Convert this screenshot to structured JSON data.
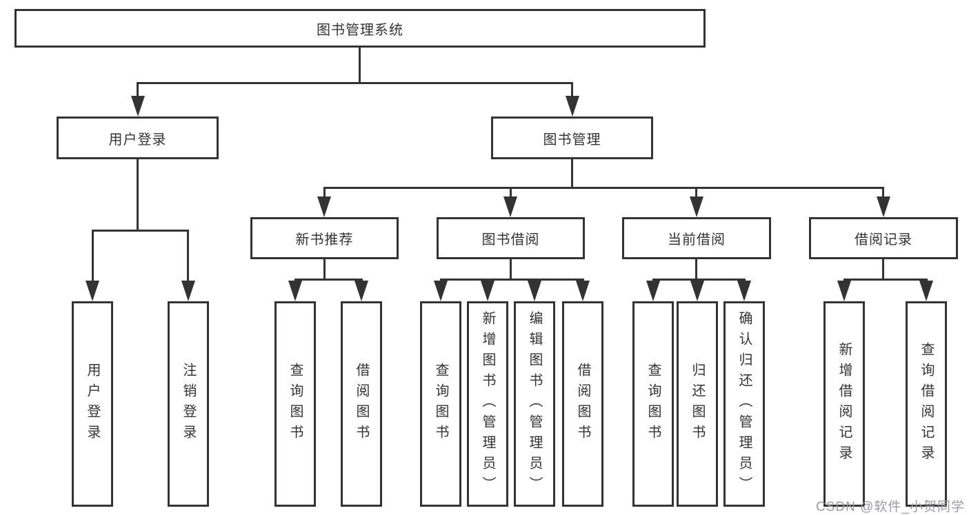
{
  "colors": {
    "line": "#333333",
    "text": "#333333",
    "watermark": "#9b9ba3",
    "background": "#ffffff"
  },
  "tree": {
    "root": "图书管理系统",
    "user_login": {
      "label": "用户登录",
      "children": [
        "用户登录",
        "注销登录"
      ]
    },
    "book_mgmt": {
      "label": "图书管理",
      "sections": [
        {
          "label": "新书推荐",
          "children": [
            "查询图书",
            "借阅图书"
          ]
        },
        {
          "label": "图书借阅",
          "children": [
            "查询图书",
            "新增图书（管理员）",
            "编辑图书（管理员）",
            "借阅图书"
          ]
        },
        {
          "label": "当前借阅",
          "children": [
            "查询图书",
            "归还图书",
            "确认归还（管理员）"
          ]
        },
        {
          "label": "借阅记录",
          "children": [
            "新增借阅记录",
            "查询借阅记录"
          ]
        }
      ]
    }
  },
  "watermark": "CSDN @软件_小贺同学"
}
